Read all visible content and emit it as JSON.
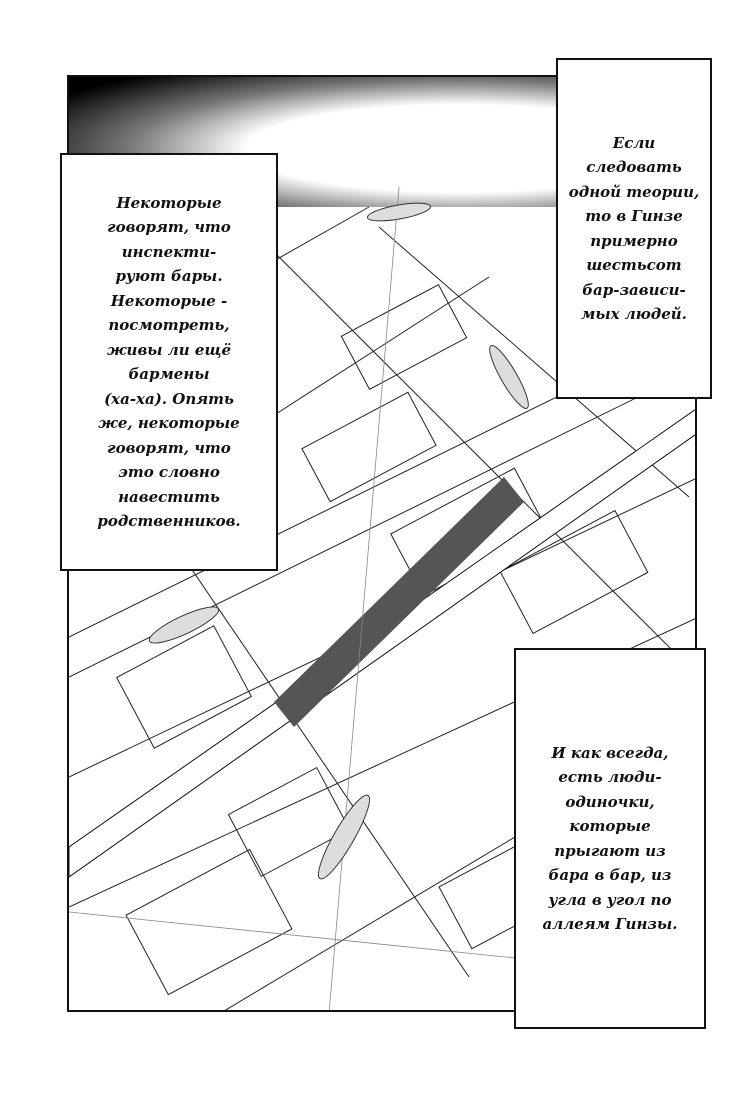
{
  "captions": {
    "left": [
      "Некоторые",
      "говорят, что",
      "инспекти-",
      "руют бары.",
      "Некоторые -",
      "посмотреть,",
      "живы ли ещё",
      "бармены",
      "(ха-ха). Опять",
      "же, некоторые",
      "говорят, что",
      "это словно",
      "навестить",
      "родственников."
    ],
    "right_top": [
      "Если",
      "следовать",
      "одной теории,",
      "то в Гинзе",
      "примерно",
      "шестьсот",
      "бар-зависи-",
      "мых людей."
    ],
    "right_bottom": [
      "И как всегда,",
      "есть люди-",
      "одиночки,",
      "которые",
      "прыгают из",
      "бара в бар, из",
      "угла в угол по",
      "аллеям Гинзы."
    ]
  },
  "colors": {
    "ink": "#111111",
    "rail": "#555555",
    "paper": "#ffffff"
  }
}
